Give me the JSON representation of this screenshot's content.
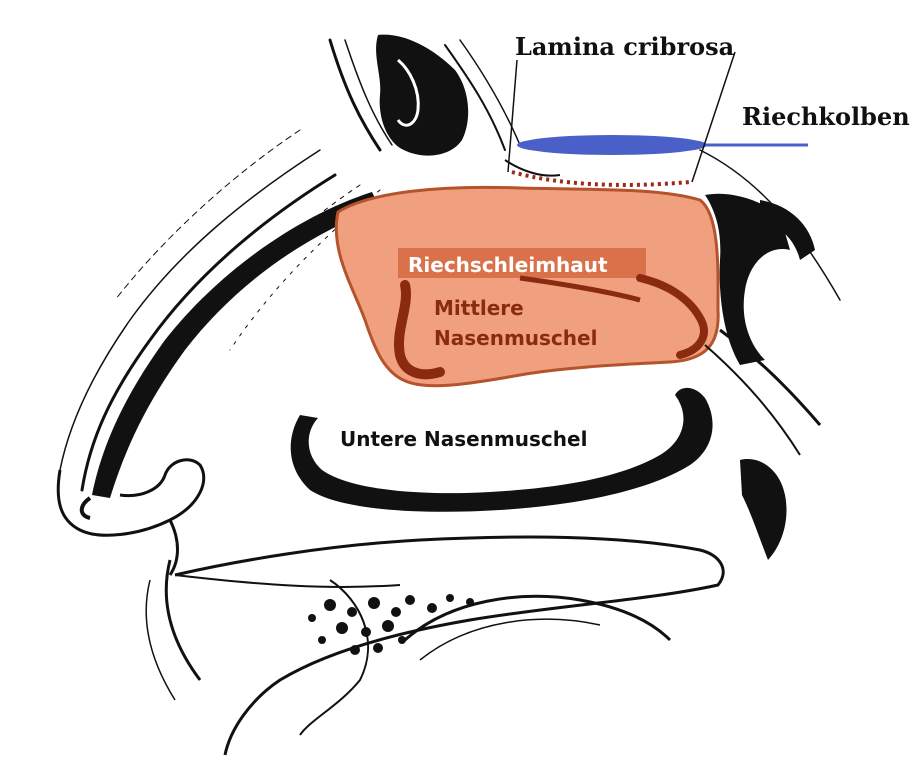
{
  "labels": {
    "lamina_cribrosa": "Lamina cribrosa",
    "riechkolben": "Riechkolben",
    "riechschleimhaut": "Riechschleimhaut",
    "mittlere_line1": "Mittlere",
    "mittlere_line2": "Nasenmuschel",
    "untere": "Untere Nasenmuschel"
  },
  "colors": {
    "riechschleimhaut": "#f0a07e",
    "riechschleimhaut_dark": "#b5542c",
    "riechkolben": "#4a5fc8",
    "mittlere_text": "#8a2a10",
    "ink": "#111111"
  }
}
